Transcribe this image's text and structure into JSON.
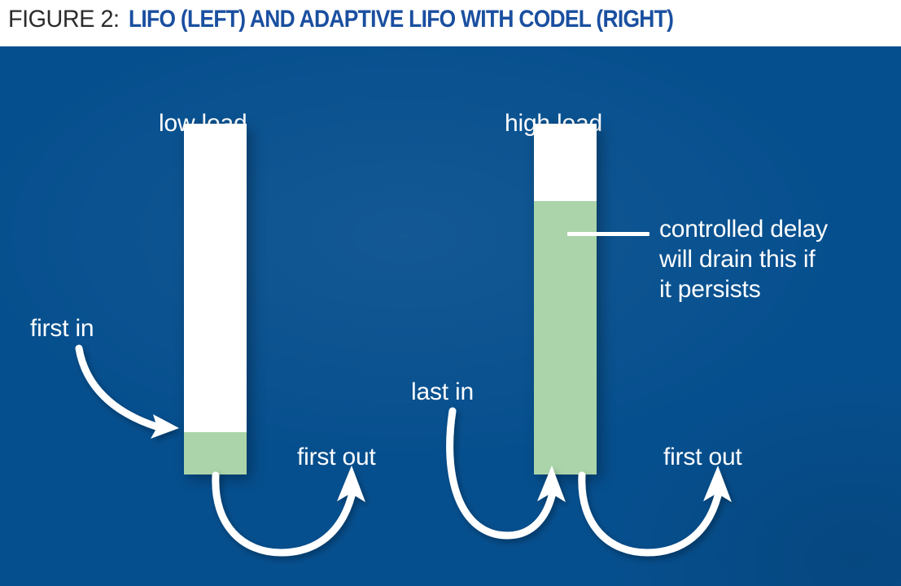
{
  "figure": {
    "caption_prefix": "FIGURE 2:",
    "caption_main": "LIFO (LEFT) AND ADAPTIVE LIFO WITH CODEL (RIGHT)",
    "panel_background_color": "#064f8e",
    "queue_fill_color": "#abd4aa",
    "queue_empty_color": "#ffffff",
    "label_color": "#ffffff",
    "caption_prefix_color": "#2b2b2b",
    "caption_main_color": "#1a4fa0"
  },
  "left_panel": {
    "title": "low load",
    "first_in_label": "first in",
    "first_out_label": "first out",
    "queue_fill_percent": 12,
    "queue_empty_percent": 88
  },
  "right_panel": {
    "title": "high load",
    "last_in_label": "last in",
    "first_out_label": "first out",
    "annotation": "controlled delay will drain this if it persists",
    "annotation_line1": "controlled delay",
    "annotation_line2": "will drain this if",
    "annotation_line3": "it persists",
    "queue_fill_percent": 78,
    "queue_empty_percent": 22
  },
  "icons": {
    "first_in_arrow": "curved-arrow-down-right-icon",
    "first_out_arrow": "curved-arrow-u-turn-up-icon",
    "last_in_arrow": "curved-arrow-u-turn-up-icon",
    "leader_line": "leader-line-icon"
  }
}
